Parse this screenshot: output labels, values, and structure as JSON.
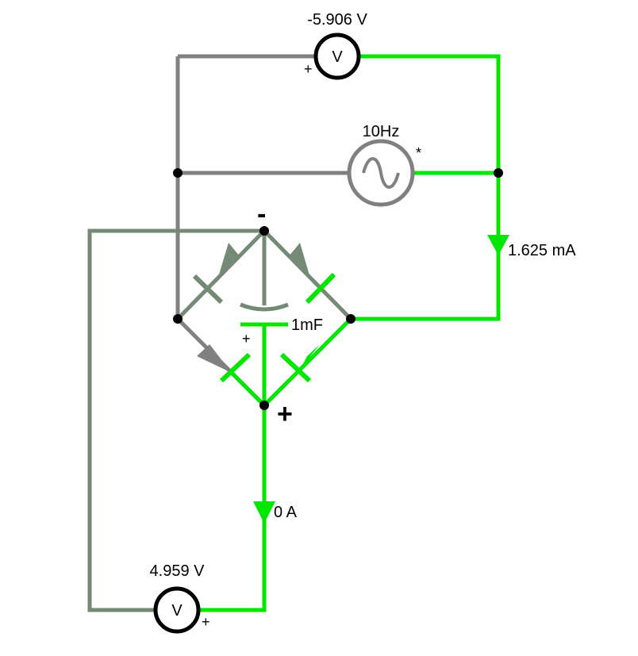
{
  "colors": {
    "active": "#00e600",
    "inactive": "#808080",
    "dim": "#748a74",
    "black": "#000000",
    "background": "#ffffff"
  },
  "top_voltmeter": {
    "reading": "-5.906 V",
    "symbol": "V",
    "polarity": "+"
  },
  "bottom_voltmeter": {
    "reading": "4.959 V",
    "symbol": "V",
    "polarity": "+"
  },
  "ac_source": {
    "frequency": "10Hz",
    "marker": "*"
  },
  "capacitor": {
    "value": "1mF",
    "polarity": "+"
  },
  "current_labels": {
    "right_branch": "1.625 mA",
    "output_branch": "0 A"
  },
  "bridge": {
    "negative_terminal": "-",
    "positive_terminal": "+"
  }
}
